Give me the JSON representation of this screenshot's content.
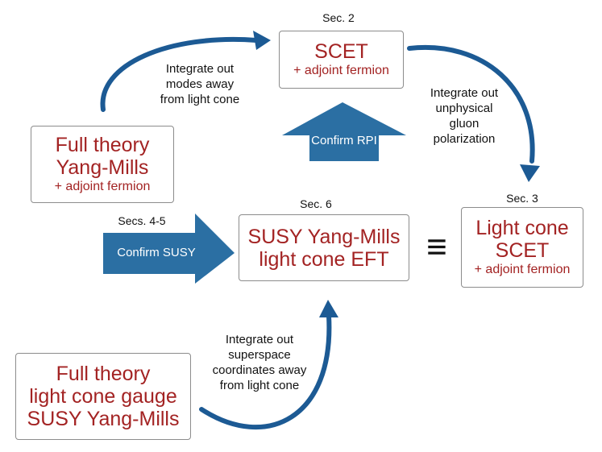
{
  "colors": {
    "box_text": "#a32323",
    "box_border": "#8c8c8c",
    "arrow_blue": "#2b6fa3",
    "curve_blue": "#1c5a94",
    "label_text": "#111111"
  },
  "boxes": {
    "scet": {
      "line1": "SCET",
      "line2": "+ adjoint fermion"
    },
    "full_theory_ym": {
      "line1": "Full theory",
      "line2": "Yang-Mills",
      "line3": "+ adjoint fermion"
    },
    "susy_eft": {
      "line1": "SUSY Yang-Mills",
      "line2": "light cone EFT"
    },
    "light_cone_scet": {
      "line1": "Light cone",
      "line2": "SCET",
      "line3": "+ adjoint fermion"
    },
    "full_theory_lc": {
      "line1": "Full theory",
      "line2": "light cone gauge",
      "line3": "SUSY Yang-Mills"
    }
  },
  "section_labels": {
    "scet": "Sec. 2",
    "light_cone_scet": "Sec. 3",
    "confirm_susy": "Secs. 4-5",
    "susy_eft": "Sec. 6"
  },
  "block_arrows": {
    "confirm_rpi": "Confirm RPI",
    "confirm_susy": "Confirm SUSY"
  },
  "curve_labels": {
    "top_left": [
      "Integrate out",
      "modes away",
      "from light cone"
    ],
    "top_right": [
      "Integrate out",
      "unphysical",
      "gluon",
      "polarization"
    ],
    "bottom": [
      "Integrate out",
      "superspace",
      "coordinates away",
      "from light cone"
    ]
  },
  "equivalence_symbol": "≡"
}
